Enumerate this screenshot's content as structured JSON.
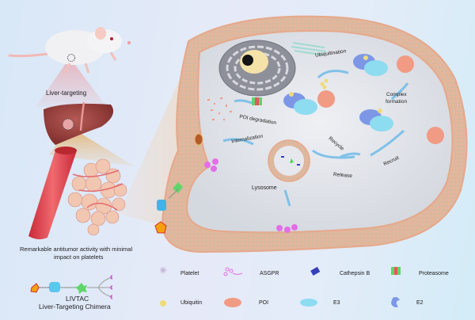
{
  "figure": {
    "left_panel": {
      "liver_targeting_label": "Liver-targeting",
      "antitumor_caption_line1": "Remarkable antitumor activity with minimal",
      "antitumor_caption_line2": "impact on platelets",
      "molecule_name": "LIVTAC",
      "molecule_full_name": "Liver-Targeting Chimera"
    },
    "cell_panel": {
      "labels": {
        "ubiquitination": "Ubiquitination",
        "poi_degradation": "POI degradation",
        "complex_formation_line1": "Complex",
        "complex_formation_line2": "formation",
        "internalization": "Internalization",
        "recycle": "Recycle",
        "recruit": "Recruit",
        "release": "Release",
        "lysosome": "Lysosome"
      }
    },
    "legend": [
      {
        "icon": "platelet-icon",
        "label": "Platelet",
        "color": "#c9b9d8"
      },
      {
        "icon": "asgpr-icon",
        "label": "ASGPR",
        "color": "#e46ee6"
      },
      {
        "icon": "cathepsin-b-icon",
        "label": "Cathepsin  B",
        "color": "#3440b8"
      },
      {
        "icon": "proteasome-icon",
        "label": "Proteasome",
        "color": "#5fd66b"
      },
      {
        "icon": "ubiquitin-icon",
        "label": "Ubiquitin",
        "color": "#eedb7a"
      },
      {
        "icon": "poi-icon",
        "label": "POI",
        "color": "#f19a84"
      },
      {
        "icon": "e3-icon",
        "label": "E3",
        "color": "#8ddcf0"
      },
      {
        "icon": "e2-icon",
        "label": "E2",
        "color": "#7d97e6"
      }
    ]
  }
}
